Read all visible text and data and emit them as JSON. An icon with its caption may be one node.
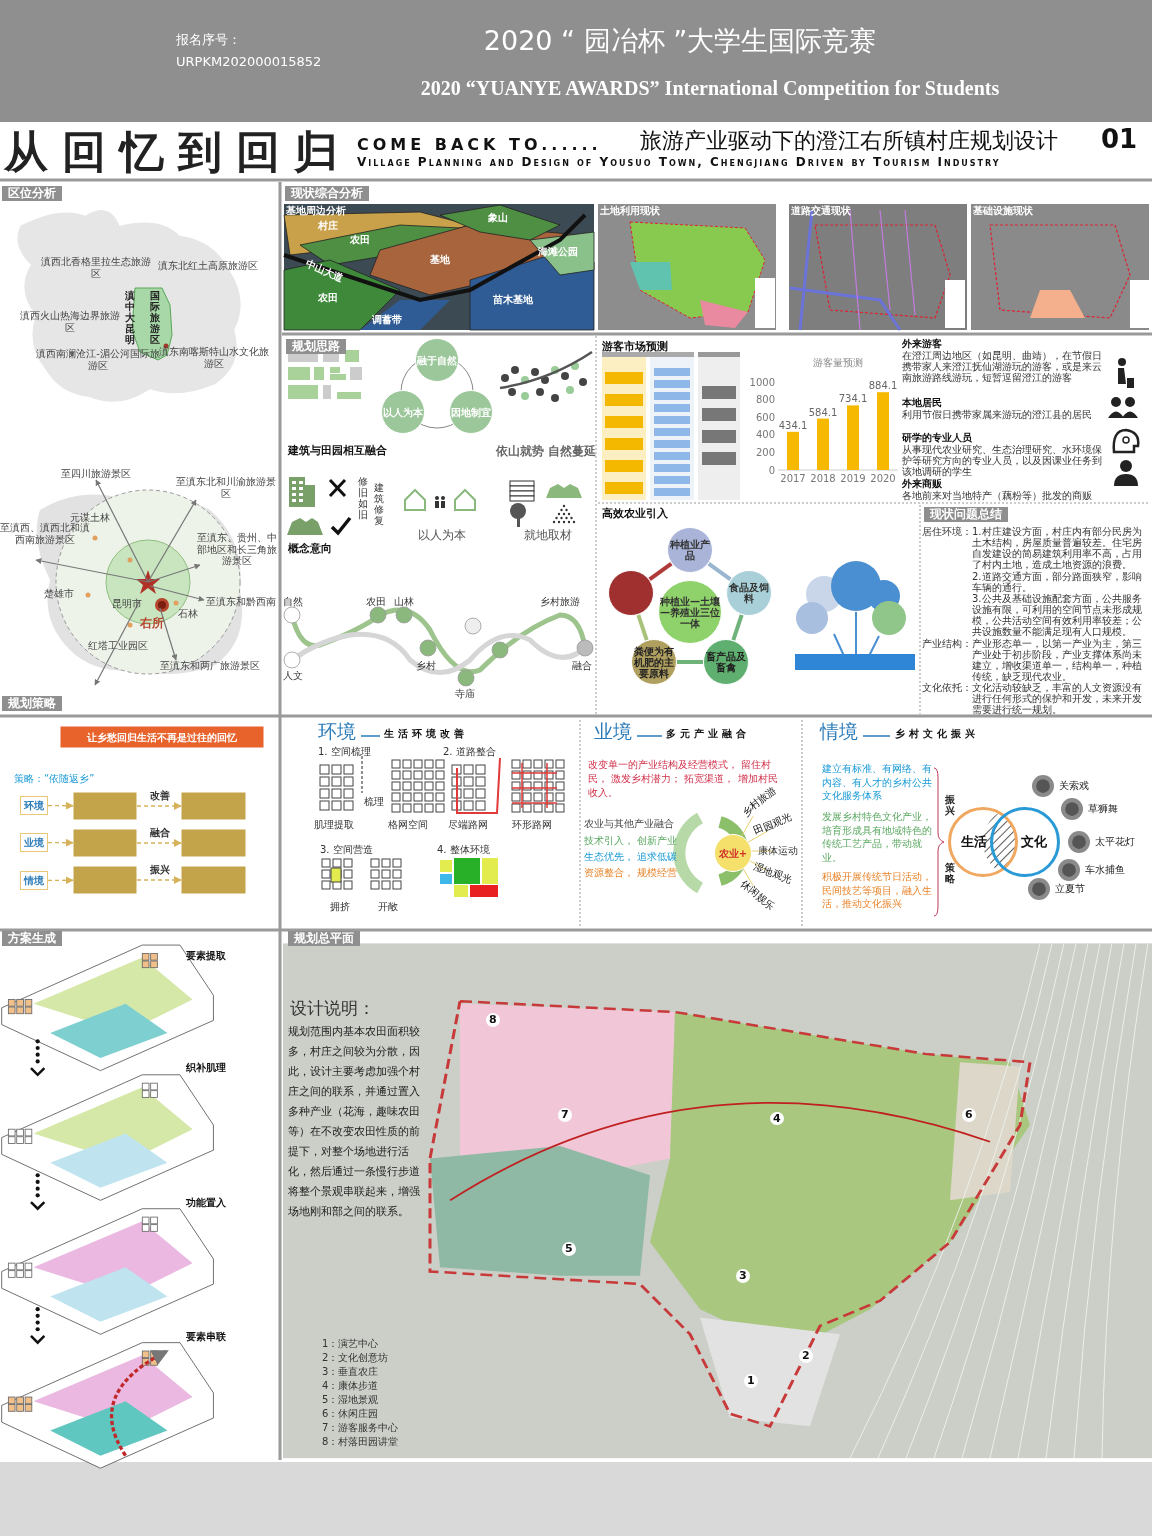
{
  "diagram": {
    "nodes": [
      {
        "text": [
          "融于自然"
        ]
      },
      {
        "text": [
          "以人为本"
        ]
      },
      {
        "text": [
          "因地制宜"
        ]
      },
      {
        "text": [
          "种植业—土壤—养殖业三位一体"
        ]
      },
      {
        "text": [
          "种植业产品"
        ]
      },
      {
        "text": [
          "食品及饲料"
        ]
      },
      {
        "text": [
          "畜产品及畜禽"
        ]
      },
      {
        "text": [
          "粪便为有机肥的主要原料"
        ]
      },
      {
        "text": [],
        "shape": "circle"
      },
      {
        "text": [
          "让乡愁回归生活不再是过往的回忆"
        ]
      },
      {
        "text": [
          "环境"
        ]
      },
      {
        "text": [],
        "shape": "box"
      },
      {
        "text": [],
        "shape": "box"
      },
      {
        "text": [
          "业境"
        ]
      },
      {
        "text": [],
        "shape": "box"
      },
      {
        "text": [],
        "shape": "box"
      },
      {
        "text": [
          "情境"
        ]
      },
      {
        "text": [],
        "shape": "box"
      },
      {
        "text": [],
        "shape": "box"
      },
      {
        "text": [
          "农业+"
        ]
      },
      {
        "text": [
          "生活"
        ]
      },
      {
        "text": [
          "文化"
        ]
      },
      {
        "text": [],
        "shape": "picture",
        "beside": [
          "关索戏"
        ]
      },
      {
        "text": [],
        "shape": "picture",
        "beside": [
          "草狮舞"
        ]
      },
      {
        "text": [],
        "shape": "picture",
        "beside": [
          "太平花灯"
        ]
      },
      {
        "text": [],
        "shape": "picture",
        "beside": [
          "车水捕鱼"
        ]
      },
      {
        "text": [],
        "shape": "picture",
        "beside": [
          "立夏节"
        ]
      }
    ],
    "edges": [
      {
        "from": 4,
        "to": 5,
        "arrow": "none",
        "style": "thick",
        "color": "#9ab5d0"
      },
      {
        "from": 5,
        "to": 6,
        "arrow": "none",
        "style": "thick",
        "color": "#6fb37a"
      },
      {
        "from": 6,
        "to": 7,
        "arrow": "none",
        "style": "thick",
        "color": "#6fb37a"
      },
      {
        "from": 7,
        "to": 8,
        "arrow": "none",
        "style": "thick",
        "color": "#a9c27a"
      },
      {
        "from": 8,
        "to": 4,
        "arrow": "none",
        "style": "thick",
        "color": "#b03a3a"
      },
      {
        "from": 10,
        "to": 11,
        "arrow": "to",
        "style": "dashed"
      },
      {
        "from": 11,
        "to": 12,
        "arrow": "to",
        "style": "dashed",
        "label": "改善"
      },
      {
        "from": 13,
        "to": 14,
        "arrow": "to",
        "style": "dashed"
      },
      {
        "from": 14,
        "to": 15,
        "arrow": "to",
        "style": "dashed",
        "label": "融合"
      },
      {
        "from": 16,
        "to": 17,
        "arrow": "to",
        "style": "dashed"
      },
      {
        "from": 17,
        "to": 18,
        "arrow": "to",
        "style": "dashed",
        "label": "振兴"
      }
    ],
    "labels": [
      "报名序号：",
      "URPKM202000015852",
      "2020 “ 园冶杯 ”大学生国际竞赛",
      "2020 “YUANYE AWARDS” International Competition for Students",
      "从回忆到回归",
      "COME BACK TO......",
      "旅游产业驱动下的澄江右所镇村庄规划设计",
      "01",
      "Village Planning and Design of Yousuo Town, Chengjiang Driven by Tourism Industry",
      "区位分析",
      "滇西北香格里拉生态旅游区",
      "滇东北红土高原旅游区",
      "滇中大昆明",
      "国际旅游区",
      "滇西火山热海边界旅游区",
      "滇西南澜沧江-湄公河国际旅游区",
      "滇东南喀斯特山水文化旅游区",
      "至四川旅游景区",
      "至滇东北和川渝旅游景区",
      "至滇西、滇西北和滇西南旅游景区",
      "元谋土林",
      "至滇东、贵州、中部地区和长三角旅游景区",
      "楚雄市",
      "昆明市",
      "石林",
      "右所",
      "至滇东和黔西南",
      "红塔工业园区",
      "至滇东和两广旅游景区",
      "规划策略",
      "现状综合分析",
      "基地周边分析",
      "土地利用现状",
      "道路交通现状",
      "基础设施现状",
      "村庄",
      "农田",
      "象山",
      "基地",
      "中山大道",
      "农田",
      "苗木基地",
      "调蓄带",
      "海滩公园",
      "规划思路",
      "建筑与田园相互融合",
      "依山就势 自然蔓延",
      "修旧如旧",
      "建筑修复",
      "概念意向",
      "以人为本",
      "就地取材",
      "自然",
      "人文",
      "农田",
      "山林",
      "乡村",
      "寺庙",
      "乡村旅游",
      "融合",
      "游客市场预测",
      "外来游客",
      "在澄江周边地区（如昆明、曲靖），在节假日携带家人来澄江抚仙湖游玩的游客，或是来云南旅游路线游玩，短暂逗留澄江的游客",
      "本地居民",
      "利用节假日携带家属来游玩的澄江县的居民",
      "研学的专业人员",
      "从事现代农业研究、生态治理研究、水环境保护等研究方向的专业人员，以及因课业任务到该地调研的学生",
      "外来商贩",
      "各地前来对当地特产（藕粉等）批发的商贩",
      "高效农业引入",
      "现状问题总结",
      "居住环境：",
      "1.村庄建设方面，村庄内有部分民房为土木结构，房屋质量普遍较差。住宅房自发建设的简易建筑利用率不高，占用了村内土地，造成土地资源的浪费。",
      "2.道路交通方面，部分路面狭窄，影响车辆的通行。",
      "3.公共及基础设施配套方面，公共服务设施有限，可利用的空间节点未形成规模，公共活动空间有效利用率较差；公共设施数量不能满足现有人口规模。",
      "产业结构：",
      "产业形态单一，以第一产业为主，第三产业处于初步阶段，产业支撑体系尚未建立，增收渠道单一，结构单一，种植传统，缺乏现代农业。",
      "文化依托：",
      "文化活动较缺乏，丰富的人文资源没有进行任何形式的保护和开发，未来开发需要进行统一规划。",
      "策略：“依随返乡”",
      "环境",
      "生活环境改善",
      "1. 空间梳理",
      "2. 道路整合",
      "梳理",
      "肌理提取",
      "格网空间",
      "尽端路网",
      "环形路网",
      "3. 空间营造",
      "4. 整体环境",
      "拥挤",
      "开敞",
      "业境",
      "多元产业融合",
      "改变单一的产业结构及经营模式， 留住村民， 激发乡村潜力； 拓宽渠道， 增加村民收入。",
      "农业与其他产业融合",
      "技术引入， 创新产业",
      "生态优先， 追求低碳",
      "资源整合， 规模经营",
      "乡村旅游",
      "田园观光",
      "康体运动",
      "湿地观光",
      "休闲娱乐",
      "情境",
      "乡村文化振兴",
      "建立有标准、有网络、有内容、有人才的乡村公共文化服务体系",
      "发展乡村特色文化产业，培育形成具有地域特色的传统工艺产品，带动就业。",
      "积极开展传统节日活动，民间技艺等项目，融入生活，推动文化振兴",
      "振兴",
      "策略",
      "方案生成",
      "要素提取",
      "织补肌理",
      "功能置入",
      "要素串联",
      "规划总平面",
      "设计说明：",
      "规划范围内基本农田面积较多，村庄之间较为分散，因此，设计主要考虑加强个村庄之间的联系，并通过置入多种产业（花海，趣味农田等）在不改变农田性质的前提下，对整个场地进行活化，然后通过一条慢行步道将整个景观串联起来，增强场地刚和部之间的联系。",
      "1：演艺中心",
      "2：文化创意坊",
      "3：垂直农庄",
      "4：康体步道",
      "5：湿地景观",
      "6：休闲庄园",
      "7：游客服务中心",
      "8：村落田园讲堂",
      "8",
      "7",
      "4",
      "6",
      "5",
      "3",
      "2",
      "1"
    ],
    "chart_data": {
      "type": "bar",
      "title": "游客量预测",
      "categories": [
        "2017",
        "2018",
        "2019",
        "2020"
      ],
      "values": [
        434.1,
        584.1,
        734.1,
        884.1
      ],
      "ylim": [
        0,
        1000
      ],
      "yticks": [
        0,
        200,
        400,
        600,
        800,
        1000
      ],
      "data_labels": true
    }
  }
}
